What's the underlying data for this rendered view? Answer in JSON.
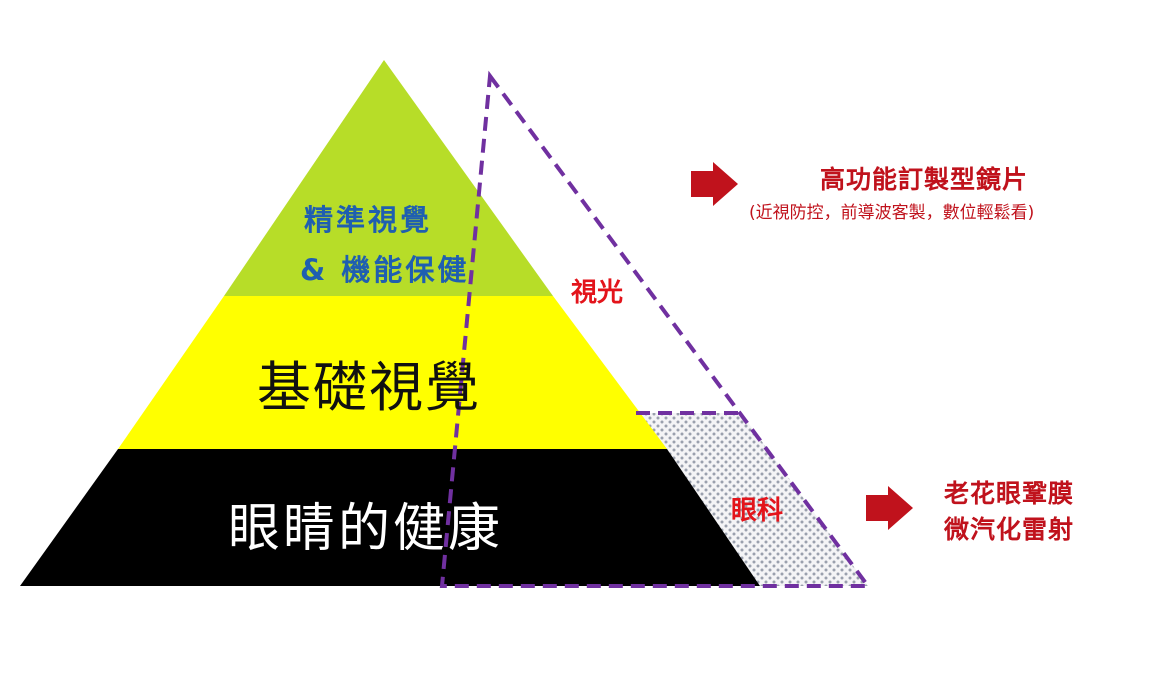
{
  "colors": {
    "top_tier": "#b7dd28",
    "middle_tier": "#ffff00",
    "bottom_tier": "#000000",
    "dashed_outline": "#7030a0",
    "arrow": "#c0121c",
    "label_red": "#e3141b",
    "top_text": "#1f5fb0"
  },
  "pyramid": {
    "top_line1": "精準視覺",
    "top_line2": "& 機能保健",
    "middle": "基礎視覺",
    "bottom": "眼睛的健康"
  },
  "side": {
    "upper_label": "視光",
    "lower_label": "眼科"
  },
  "notes": {
    "upper": {
      "icon": "right-arrow-icon",
      "title": "高功能訂製型鏡片",
      "subtitle": "(近視防控，前導波客製，數位輕鬆看)"
    },
    "lower": {
      "icon": "right-arrow-icon",
      "line1": "老花眼鞏膜",
      "line2": "微汽化雷射"
    }
  }
}
